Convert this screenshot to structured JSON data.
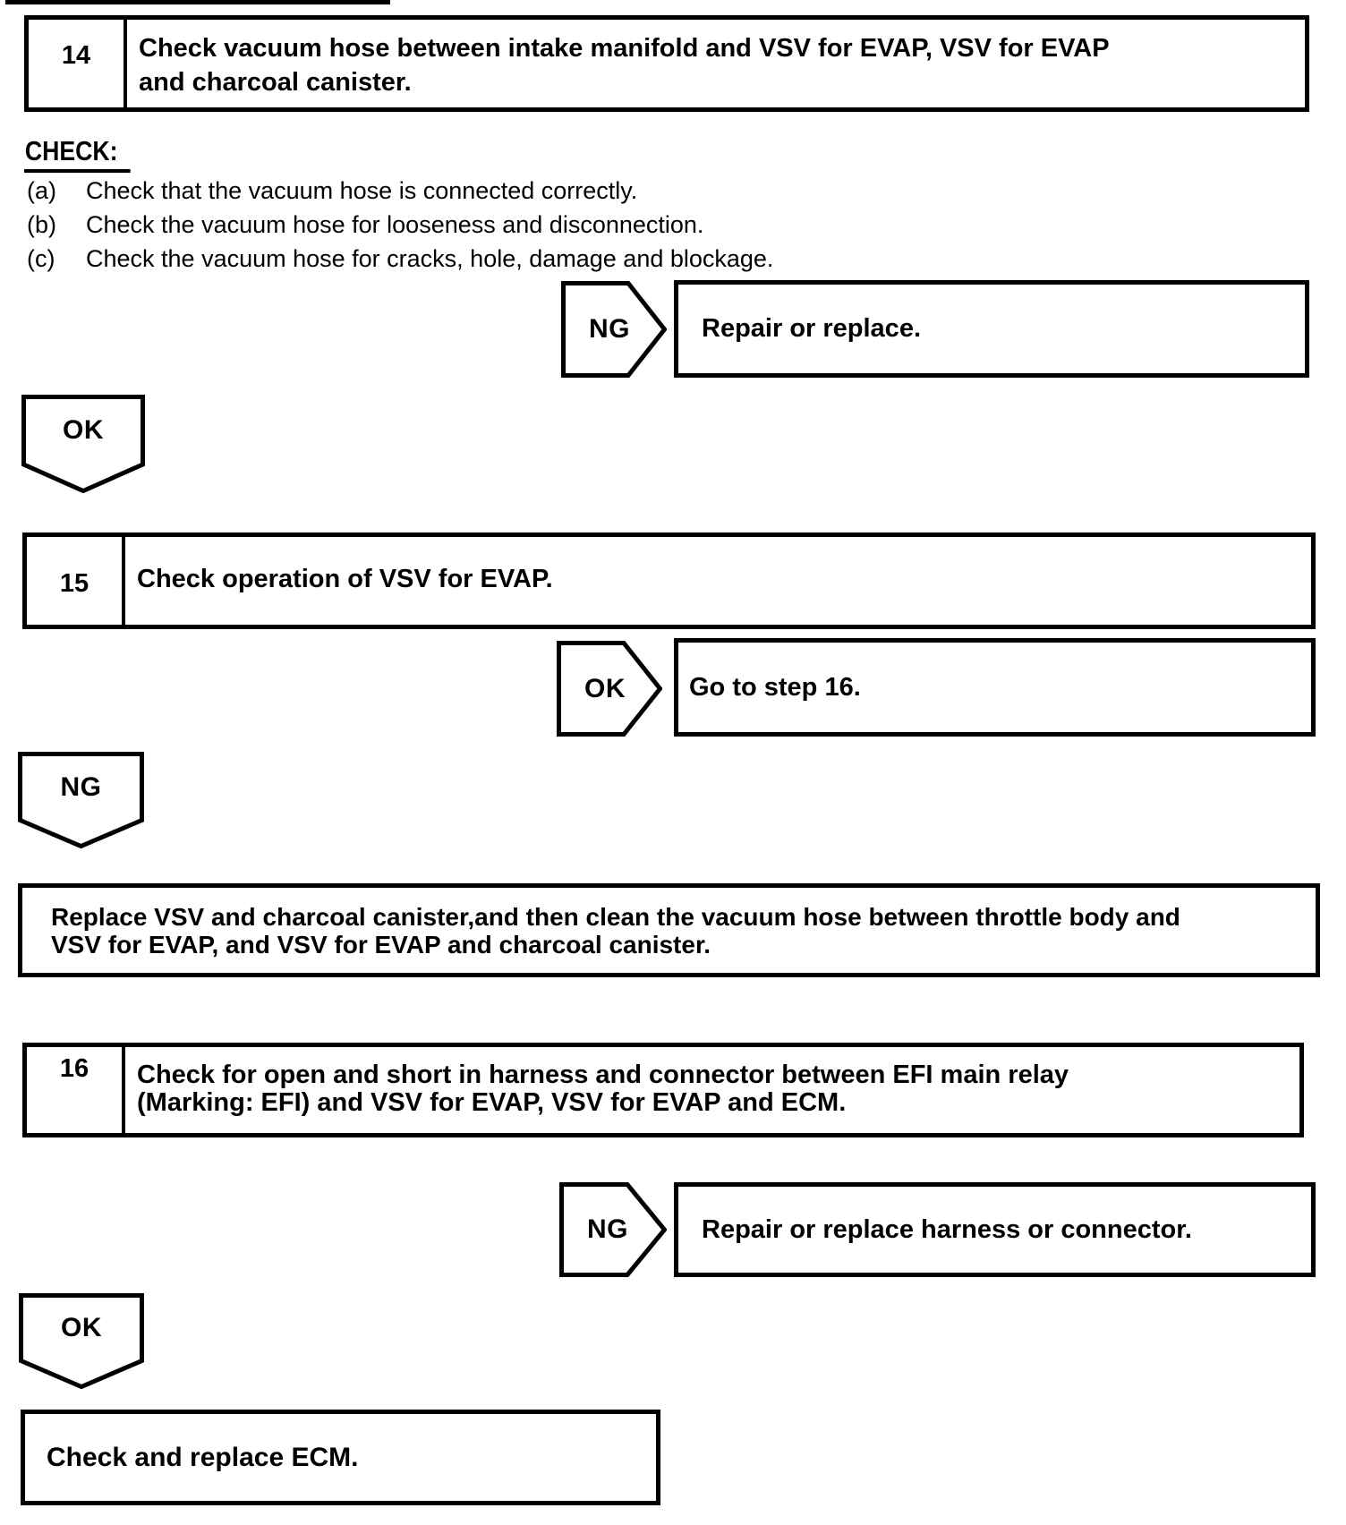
{
  "colors": {
    "ink": "#000000",
    "paper": "#ffffff"
  },
  "icons": {
    "branch_right": "pentagon-arrow-right",
    "connector_down": "pentagon-arrow-down"
  },
  "step14": {
    "number": "14",
    "title_lines": [
      "Check vacuum hose between intake manifold and VSV for EVAP, VSV for EVAP",
      "and charcoal canister."
    ]
  },
  "check": {
    "heading": "CHECK:",
    "items": [
      {
        "label": "(a)",
        "text": "Check that the vacuum hose is connected correctly."
      },
      {
        "label": "(b)",
        "text": "Check the vacuum hose for looseness and disconnection."
      },
      {
        "label": "(c)",
        "text": "Check the vacuum hose for cracks, hole, damage and blockage."
      }
    ]
  },
  "branch14_ng": {
    "label": "NG",
    "action": "Repair or replace."
  },
  "connector14_ok": {
    "label": "OK"
  },
  "step15": {
    "number": "15",
    "title_lines": [
      "Check operation of VSV for EVAP."
    ]
  },
  "branch15_ok": {
    "label": "OK",
    "action": "Go to step 16."
  },
  "connector15_ng": {
    "label": "NG"
  },
  "action15_ng": {
    "lines": [
      "Replace VSV and charcoal canister,and then clean the vacuum hose between throttle body and",
      "VSV for EVAP, and VSV for EVAP and charcoal canister."
    ]
  },
  "step16": {
    "number": "16",
    "title_lines": [
      "Check for open and short in harness and connector between EFI main relay",
      "(Marking: EFI) and VSV for EVAP, VSV for EVAP and ECM."
    ]
  },
  "branch16_ng": {
    "label": "NG",
    "action": "Repair or replace harness or connector."
  },
  "connector16_ok": {
    "label": "OK"
  },
  "action16_ok": {
    "text": "Check and replace ECM."
  }
}
